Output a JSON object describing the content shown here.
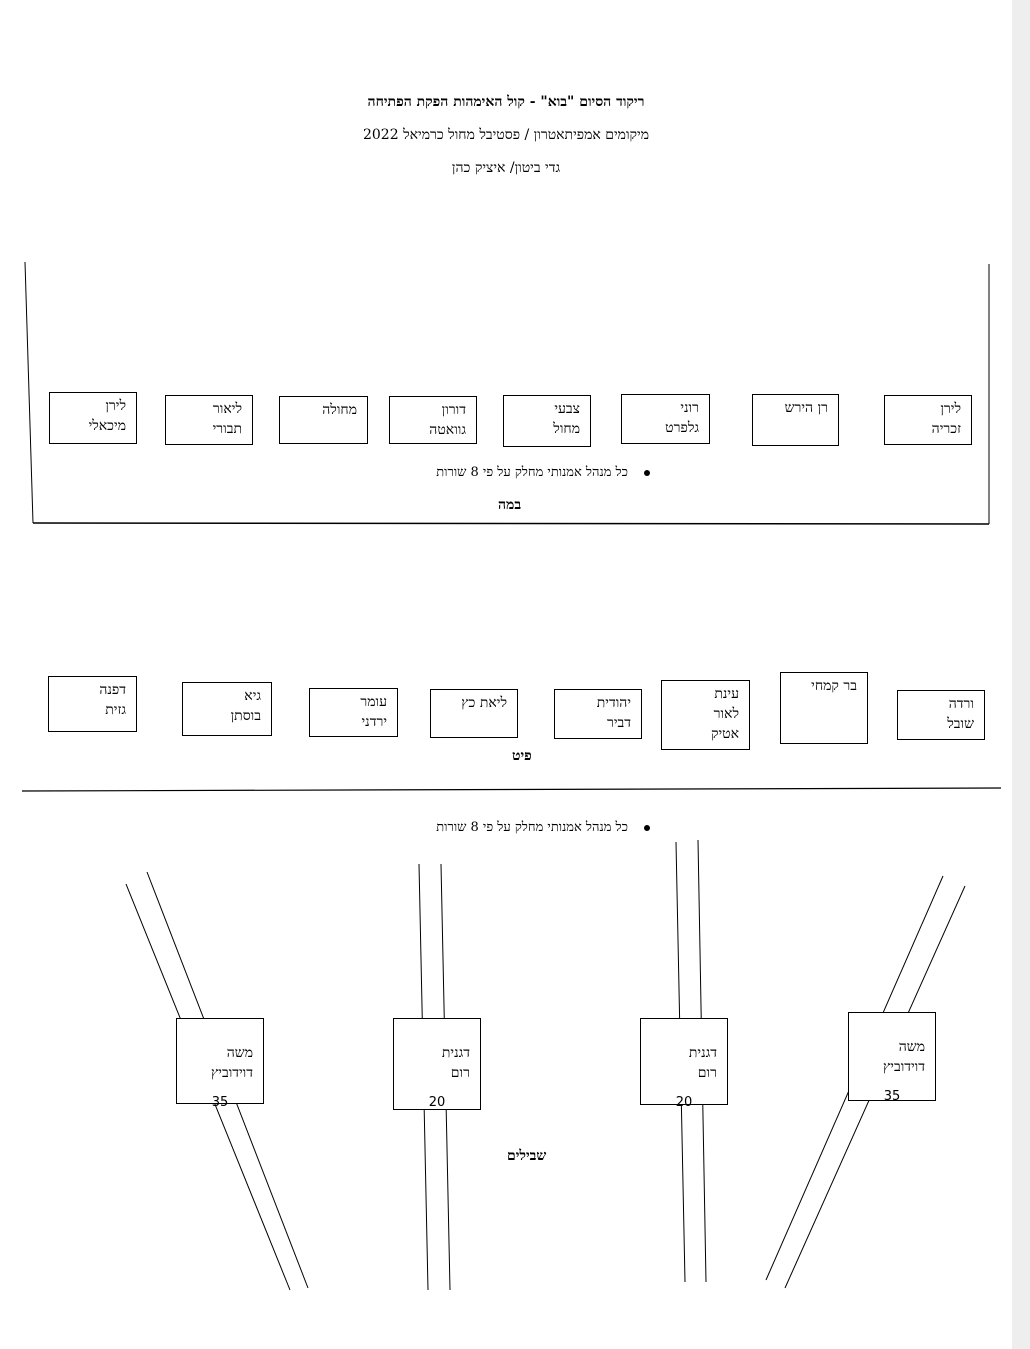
{
  "header": {
    "title": "ריקוד הסיום \"בוא\" - קול האימהות הפקת הפתיחה",
    "subtitle": "מיקומים אמפיתאטרון / פסטיבל מחול כרמיאל 2022",
    "names": "גדי ביטון/ איציק כהן"
  },
  "stage": {
    "label": "במה",
    "note": "כל מנהל אמנותי מחלק על פי 8 שורות",
    "boxes": [
      "לירן\nזכריה",
      "רן הירש",
      "רוני\nגלפרט",
      "צבעי\nמחול",
      "דורון\nגוואטה",
      "מחולה",
      "ליאור\nתבורי",
      "לירן\nמיכאלי"
    ]
  },
  "pit": {
    "label": "פיט",
    "note": "כל מנהל אמנותי מחלק על פי 8 שורות",
    "boxes": [
      "ורדה\nשובל",
      "בר קמחי",
      "עינת\nלאור\nאטיק",
      "יהודית\nדביר",
      "ליאת כץ",
      "עומר\nירדני",
      "גיא\nבוסתן",
      "דפנה\nגזית"
    ]
  },
  "paths": {
    "label": "שבילים",
    "boxes": [
      {
        "name": "משה\nדוידוביץ",
        "count": "35"
      },
      {
        "name": "דגנית\nרום",
        "count": "20"
      },
      {
        "name": "דגנית\nרום",
        "count": "20"
      },
      {
        "name": "משה\nדוידוביץ",
        "count": "35"
      }
    ]
  }
}
